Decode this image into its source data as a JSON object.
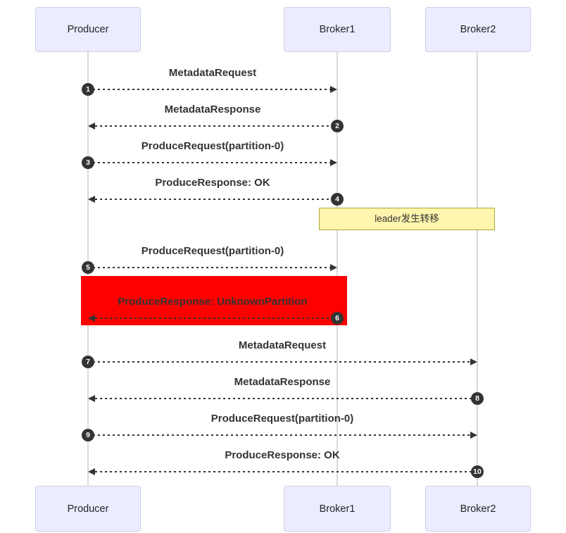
{
  "diagram": {
    "type": "sequence",
    "actors": [
      {
        "id": "producer",
        "label": "Producer"
      },
      {
        "id": "broker1",
        "label": "Broker1"
      },
      {
        "id": "broker2",
        "label": "Broker2"
      }
    ],
    "messages": [
      {
        "num": 1,
        "label": "MetadataRequest",
        "from": "Producer",
        "to": "Broker1",
        "style": "dotted",
        "highlight": false
      },
      {
        "num": 2,
        "label": "MetadataResponse",
        "from": "Broker1",
        "to": "Producer",
        "style": "dotted",
        "highlight": false
      },
      {
        "num": 3,
        "label": "ProduceRequest(partition-0)",
        "from": "Producer",
        "to": "Broker1",
        "style": "dotted",
        "highlight": false
      },
      {
        "num": 4,
        "label": "ProduceResponse: OK",
        "from": "Broker1",
        "to": "Producer",
        "style": "dotted",
        "highlight": false
      },
      {
        "num": 5,
        "label": "ProduceRequest(partition-0)",
        "from": "Producer",
        "to": "Broker1",
        "style": "dotted",
        "highlight": false
      },
      {
        "num": 6,
        "label": "ProduceResponse: UnknownPartition",
        "from": "Broker1",
        "to": "Producer",
        "style": "dotted",
        "highlight": true
      },
      {
        "num": 7,
        "label": "MetadataRequest",
        "from": "Producer",
        "to": "Broker2",
        "style": "dotted",
        "highlight": false
      },
      {
        "num": 8,
        "label": "MetadataResponse",
        "from": "Broker2",
        "to": "Producer",
        "style": "dotted",
        "highlight": false
      },
      {
        "num": 9,
        "label": "ProduceRequest(partition-0)",
        "from": "Producer",
        "to": "Broker2",
        "style": "dotted",
        "highlight": false
      },
      {
        "num": 10,
        "label": "ProduceResponse: OK",
        "from": "Broker2",
        "to": "Producer",
        "style": "dotted",
        "highlight": false
      }
    ],
    "note": {
      "text": "leader发生转移",
      "over": [
        "Broker1",
        "Broker2"
      ],
      "position": "after message 4"
    },
    "colors": {
      "actor_fill": "#ECECFF",
      "actor_border": "#CDCDE6",
      "lifeline": "#D9D9DD",
      "message_line": "#333333",
      "message_text": "#333333",
      "note_fill": "#FFF5AD",
      "note_border": "#AAAA33",
      "highlight_fill": "#FF0000",
      "sequence_number_fill": "#333333",
      "sequence_number_text": "#FFFFFF",
      "background": "#FFFFFF"
    }
  }
}
